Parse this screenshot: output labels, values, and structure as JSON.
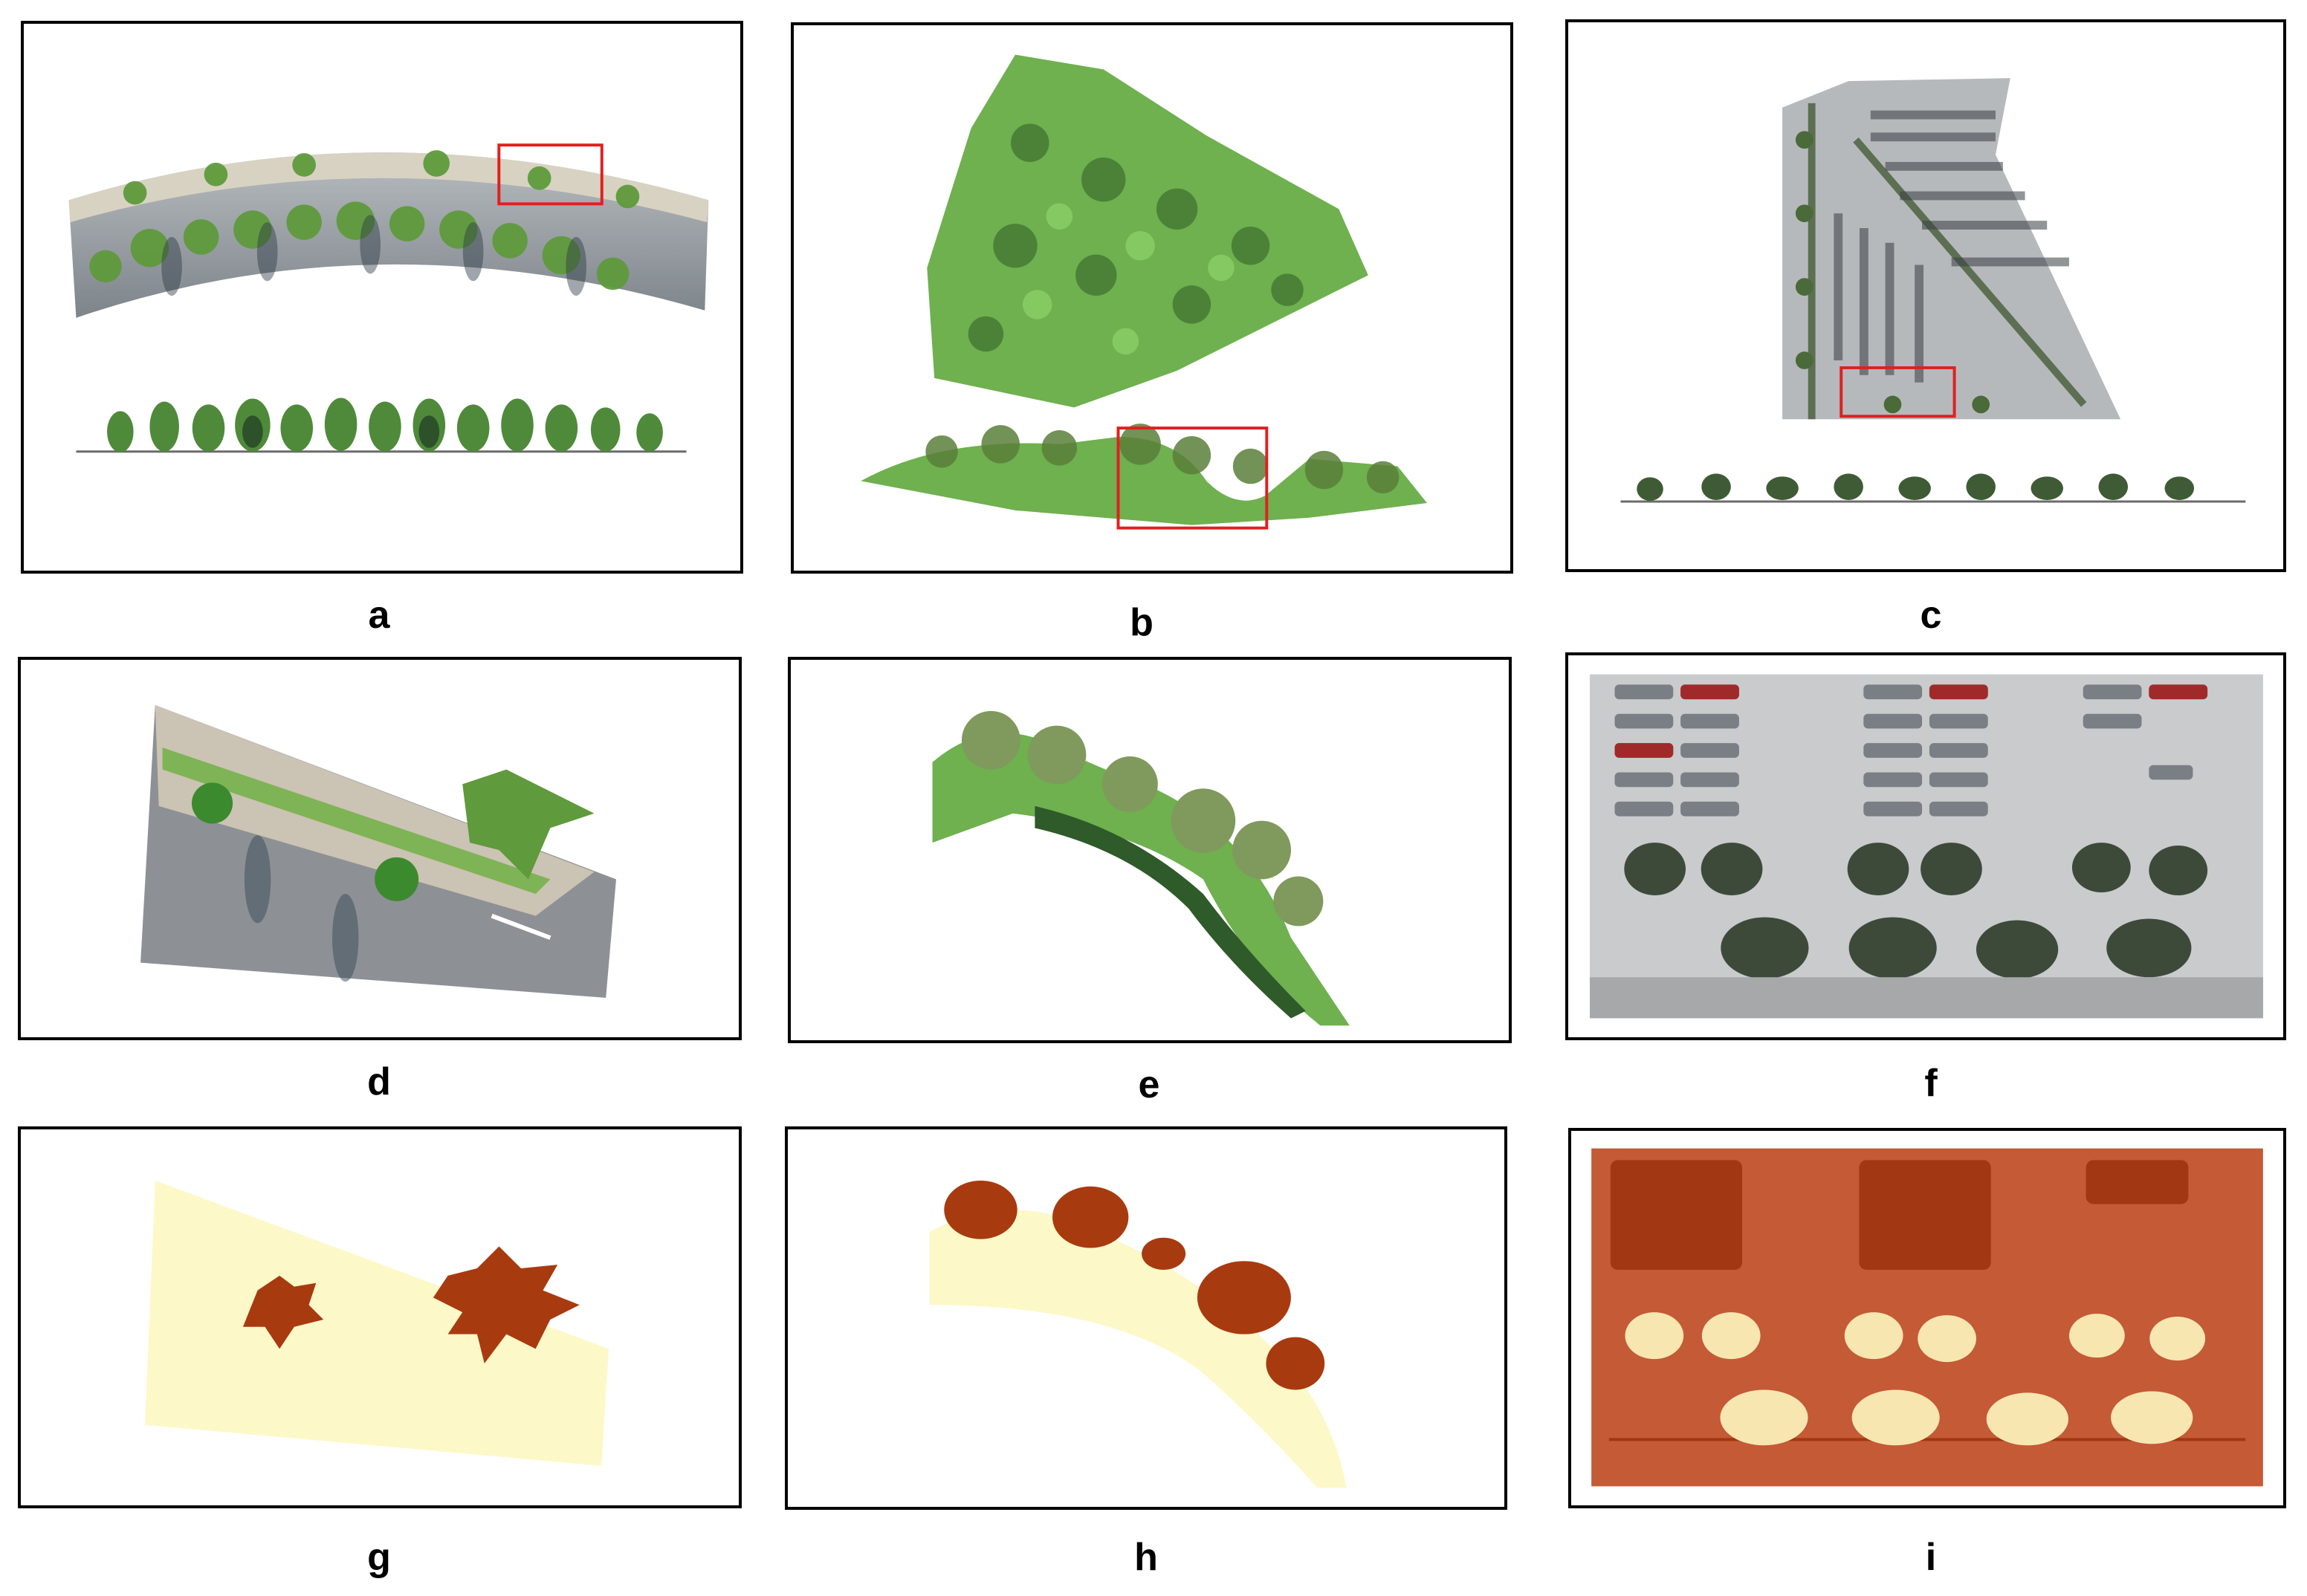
{
  "panels": [
    {
      "id": "a",
      "label": "a"
    },
    {
      "id": "b",
      "label": "b"
    },
    {
      "id": "c",
      "label": "c"
    },
    {
      "id": "d",
      "label": "d"
    },
    {
      "id": "e",
      "label": "e"
    },
    {
      "id": "f",
      "label": "f"
    },
    {
      "id": "g",
      "label": "g"
    },
    {
      "id": "h",
      "label": "h"
    },
    {
      "id": "i",
      "label": "i"
    }
  ],
  "colors": {
    "frame": "#000000",
    "highlight_box": "#e02020",
    "foliage": "#5f9a3c",
    "foliage_dark": "#2f5a2a",
    "pavement": "#8f949a",
    "segmentation_tree": "#a83a10",
    "segmentation_ground": "#fdf8c8"
  }
}
